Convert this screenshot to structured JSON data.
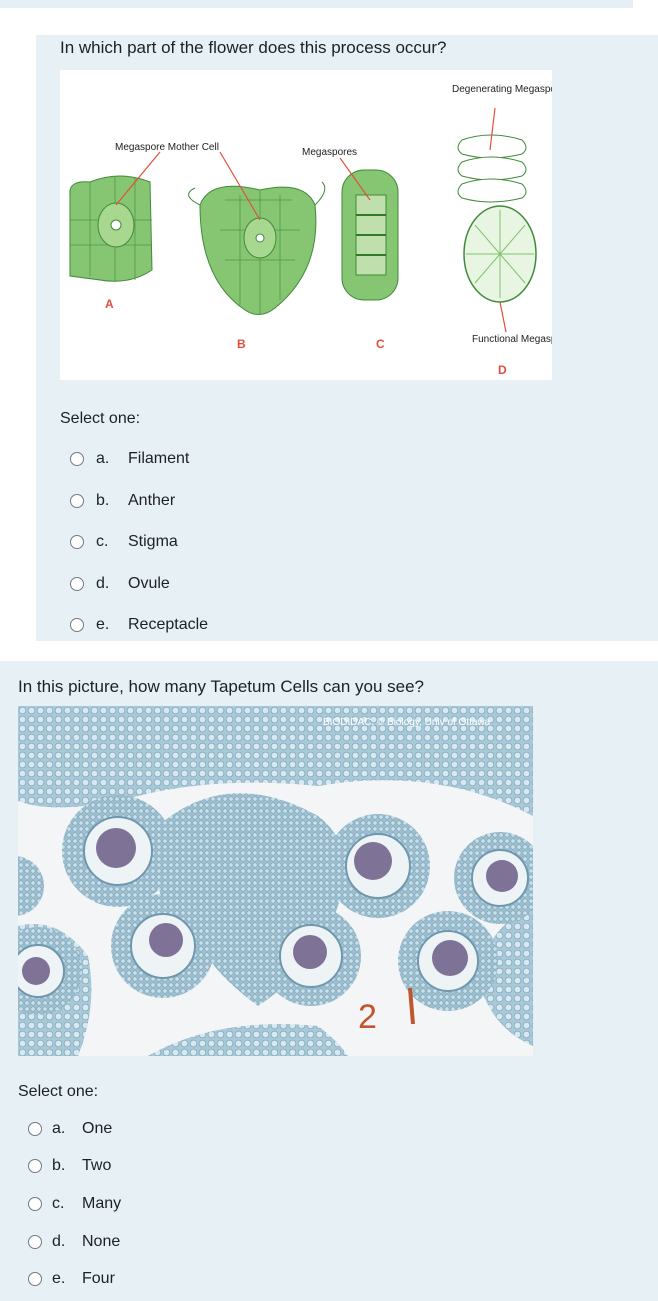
{
  "q1": {
    "question": "In which part of the flower does this process occur?",
    "figure_labels": {
      "megaspore_mother_cell": "Megaspore Mother Cell",
      "megaspores": "Megaspores",
      "degenerating_megaspores": "Degenerating Megaspores",
      "functional_megaspores": "Functional Megaspores",
      "stage_a": "A",
      "stage_b": "B",
      "stage_c": "C",
      "stage_d": "D"
    },
    "select_label": "Select one:",
    "options": [
      {
        "letter": "a.",
        "text": "Filament"
      },
      {
        "letter": "b.",
        "text": "Anther"
      },
      {
        "letter": "c.",
        "text": "Stigma"
      },
      {
        "letter": "d.",
        "text": "Ovule"
      },
      {
        "letter": "e.",
        "text": "Receptacle"
      }
    ]
  },
  "q2": {
    "question": "In this picture, how many Tapetum Cells can you see?",
    "image_watermark": "BIODIDAC, © Biology, Univ of Ottawa",
    "handwritten_mark": "2",
    "select_label": "Select one:",
    "options": [
      {
        "letter": "a.",
        "text": "One"
      },
      {
        "letter": "b.",
        "text": "Two"
      },
      {
        "letter": "c.",
        "text": "Many"
      },
      {
        "letter": "d.",
        "text": "None"
      },
      {
        "letter": "e.",
        "text": "Four"
      }
    ]
  },
  "colors": {
    "card_bg": "#e7f0f5",
    "cell_green": "#7fc36a",
    "dark_green": "#3f8a3a",
    "label_red": "#e0513b",
    "stain_blue": "#8fb6c9",
    "stain_purple": "#6a5a86"
  }
}
